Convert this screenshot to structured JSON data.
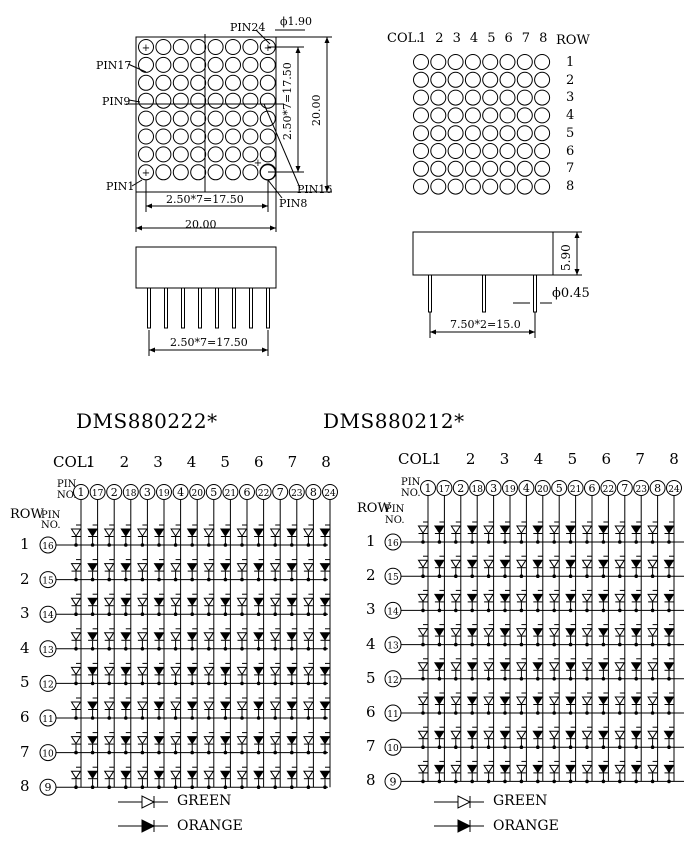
{
  "top": {
    "front": {
      "pin_labels": [
        "PIN24",
        "PIN17",
        "PIN9",
        "PIN1",
        "PIN16",
        "PIN8"
      ],
      "dia": "ϕ1.90",
      "dim_horizontal": "2.50*7=17.50",
      "dim_vertical": "2.50*7=17.50",
      "dim_width": "20.00",
      "dim_height": "20.00"
    },
    "side": {
      "dim_pins": "2.50*7=17.50"
    },
    "layout": {
      "col_label": "COL.",
      "cols": [
        "1",
        "2",
        "3",
        "4",
        "5",
        "6",
        "7",
        "8"
      ],
      "row_label": "ROW",
      "rows": [
        "1",
        "2",
        "3",
        "4",
        "5",
        "6",
        "7",
        "8"
      ]
    },
    "side2": {
      "height": "5.90",
      "pin_dia": "ϕ0.45",
      "spacing": "7.50*2=15.0"
    }
  },
  "left": {
    "title": "DMS880222*",
    "col_label": "COL.",
    "cols": [
      "1",
      "2",
      "3",
      "4",
      "5",
      "6",
      "7",
      "8"
    ],
    "pin_label_a": "PIN",
    "pin_label_b": "NO.",
    "col_pins": [
      "1",
      "17",
      "2",
      "18",
      "3",
      "19",
      "4",
      "20",
      "5",
      "21",
      "6",
      "22",
      "7",
      "23",
      "8",
      "24"
    ],
    "row_label": "ROW",
    "row_pin_a": "PIN",
    "row_pin_b": "NO.",
    "rows": [
      "1",
      "2",
      "3",
      "4",
      "5",
      "6",
      "7",
      "8"
    ],
    "row_pins": [
      "16",
      "15",
      "14",
      "13",
      "12",
      "11",
      "10",
      "9"
    ]
  },
  "right": {
    "title": "DMS880212*",
    "col_label": "COL.",
    "cols": [
      "1",
      "2",
      "3",
      "4",
      "5",
      "6",
      "7",
      "8"
    ],
    "pin_label_a": "PIN",
    "pin_label_b": "NO.",
    "col_pins": [
      "1",
      "17",
      "2",
      "18",
      "3",
      "19",
      "4",
      "20",
      "5",
      "21",
      "6",
      "22",
      "7",
      "23",
      "8",
      "24"
    ],
    "row_label": "ROW",
    "row_pin_a": "PIN",
    "row_pin_b": "NO.",
    "rows": [
      "1",
      "2",
      "3",
      "4",
      "5",
      "6",
      "7",
      "8"
    ],
    "row_pins": [
      "16",
      "15",
      "14",
      "13",
      "12",
      "11",
      "10",
      "9"
    ]
  },
  "legend_left": {
    "green": "GREEN",
    "orange": "ORANGE"
  },
  "legend_right": {
    "green": "GREEN",
    "orange": "ORANGE"
  }
}
